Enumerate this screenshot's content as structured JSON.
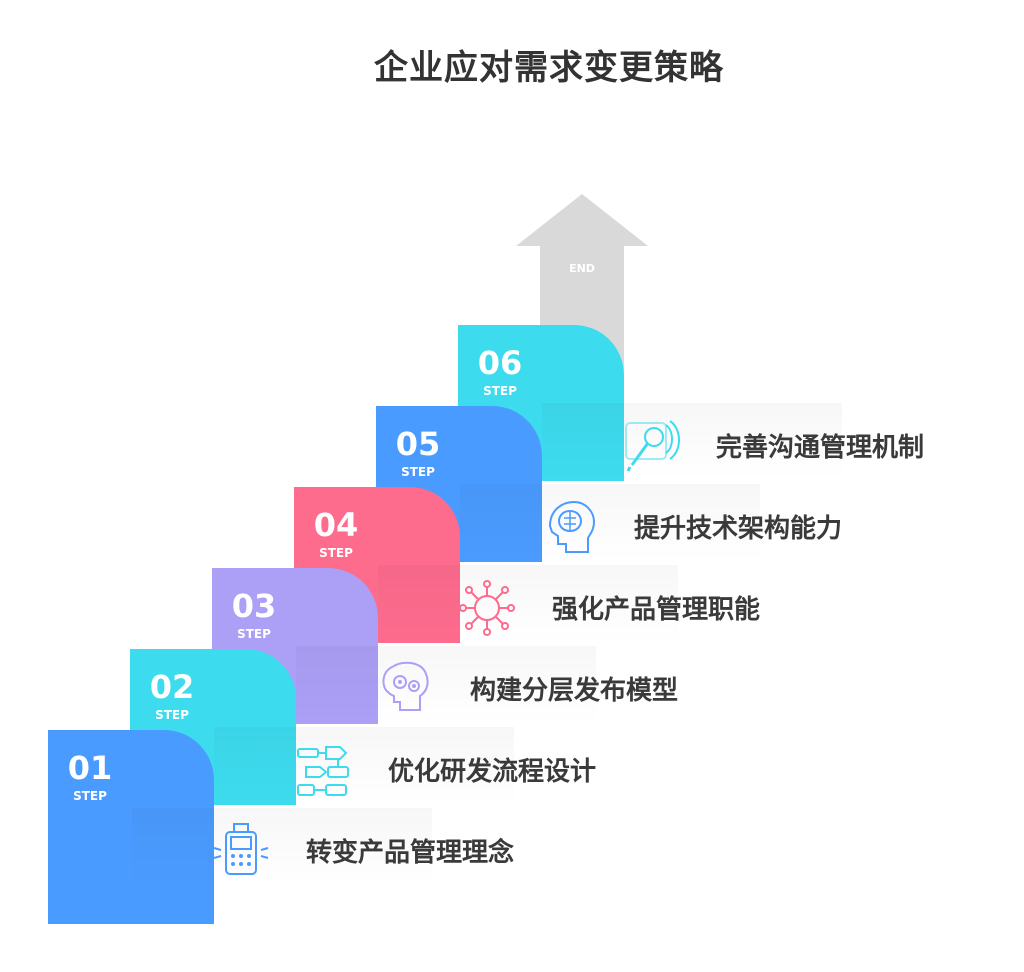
{
  "title": "企业应对需求变更策略",
  "end_label": "END",
  "step_word": "STEP",
  "colors": {
    "blue": "#4a9bff",
    "cyan": "#3ddbee",
    "lavender": "#ab9ff6",
    "pink": "#fd6b8d",
    "arrow": "#d9d9d9",
    "text": "#3a3a3a"
  },
  "steps": [
    {
      "num": "01",
      "label": "转变产品管理理念",
      "color": "#4a9bff",
      "icon": "calculator-icon",
      "icon_color": "#4a9bff"
    },
    {
      "num": "02",
      "label": "优化研发流程设计",
      "color": "#3ddbee",
      "icon": "flowchart-icon",
      "icon_color": "#3ddbee"
    },
    {
      "num": "03",
      "label": "构建分层发布模型",
      "color": "#ab9ff6",
      "icon": "brain-gears-icon",
      "icon_color": "#ab9ff6"
    },
    {
      "num": "04",
      "label": "强化产品管理职能",
      "color": "#fd6b8d",
      "icon": "virus-network-icon",
      "icon_color": "#fd6b8d"
    },
    {
      "num": "05",
      "label": "提升技术架构能力",
      "color": "#4a9bff",
      "icon": "head-brain-icon",
      "icon_color": "#4a9bff"
    },
    {
      "num": "06",
      "label": "完善沟通管理机制",
      "color": "#3ddbee",
      "icon": "microphone-icon",
      "icon_color": "#3ddbee"
    }
  ]
}
